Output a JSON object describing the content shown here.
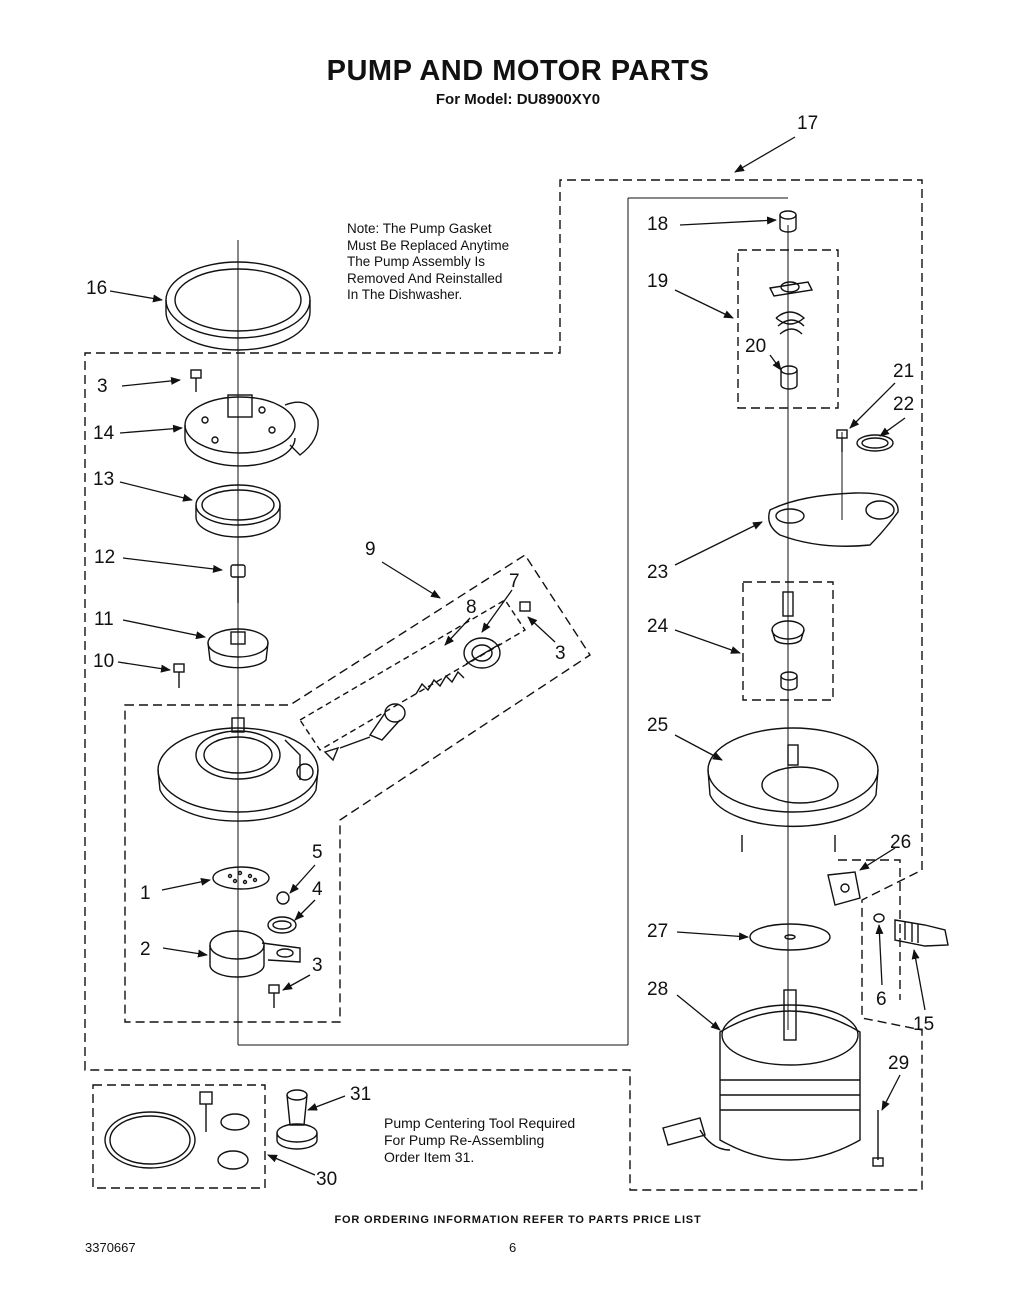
{
  "header": {
    "title": "PUMP AND MOTOR PARTS",
    "subtitle": "For Model: DU8900XY0"
  },
  "notes": {
    "gasket_note": [
      "Note: The Pump Gasket",
      "Must Be Replaced Anytime",
      "The Pump Assembly Is",
      "Removed And Reinstalled",
      "In The Dishwasher."
    ],
    "tool_note": [
      "Pump Centering Tool Required",
      "For Pump Re-Assembling",
      "Order Item 31."
    ]
  },
  "footer": {
    "ordering_info": "FOR ORDERING INFORMATION REFER TO PARTS PRICE LIST",
    "document_number": "3370667",
    "page_number": "6"
  },
  "callouts": {
    "c1": "1",
    "c2": "2",
    "c3a": "3",
    "c3b": "3",
    "c3c": "3",
    "c4": "4",
    "c5": "5",
    "c6": "6",
    "c7": "7",
    "c8": "8",
    "c9": "9",
    "c10": "10",
    "c11": "11",
    "c12": "12",
    "c13": "13",
    "c14": "14",
    "c15": "15",
    "c16": "16",
    "c17": "17",
    "c18": "18",
    "c19": "19",
    "c20": "20",
    "c21": "21",
    "c22": "22",
    "c23": "23",
    "c24": "24",
    "c25": "25",
    "c26": "26",
    "c27": "27",
    "c28": "28",
    "c29": "29",
    "c30": "30",
    "c31": "31"
  }
}
